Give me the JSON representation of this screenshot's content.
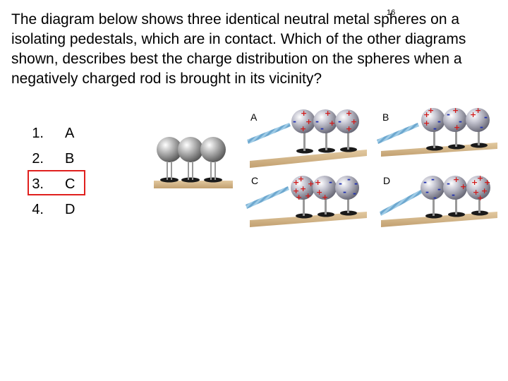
{
  "slide_number": "16",
  "question": "The diagram below shows three identical neutral metal spheres on a isolating pedestals, which are in contact. Which of the other diagrams shown, describes best the charge distribution on the spheres when a negatively charged rod is brought in its vicinity?",
  "options": [
    {
      "number": "1.",
      "letter": "A"
    },
    {
      "number": "2.",
      "letter": "B"
    },
    {
      "number": "3.",
      "letter": "C"
    },
    {
      "number": "4.",
      "letter": "D"
    }
  ],
  "selected_option": "C",
  "panels": [
    {
      "label": "A"
    },
    {
      "label": "B"
    },
    {
      "label": "C"
    },
    {
      "label": "D"
    }
  ],
  "colors": {
    "answer_highlight": "#e0201e",
    "positive_charge": "#d11a1a",
    "negative_charge": "#1f2fb0",
    "table": "#d2b48c",
    "rod": "#7fb6d8"
  }
}
